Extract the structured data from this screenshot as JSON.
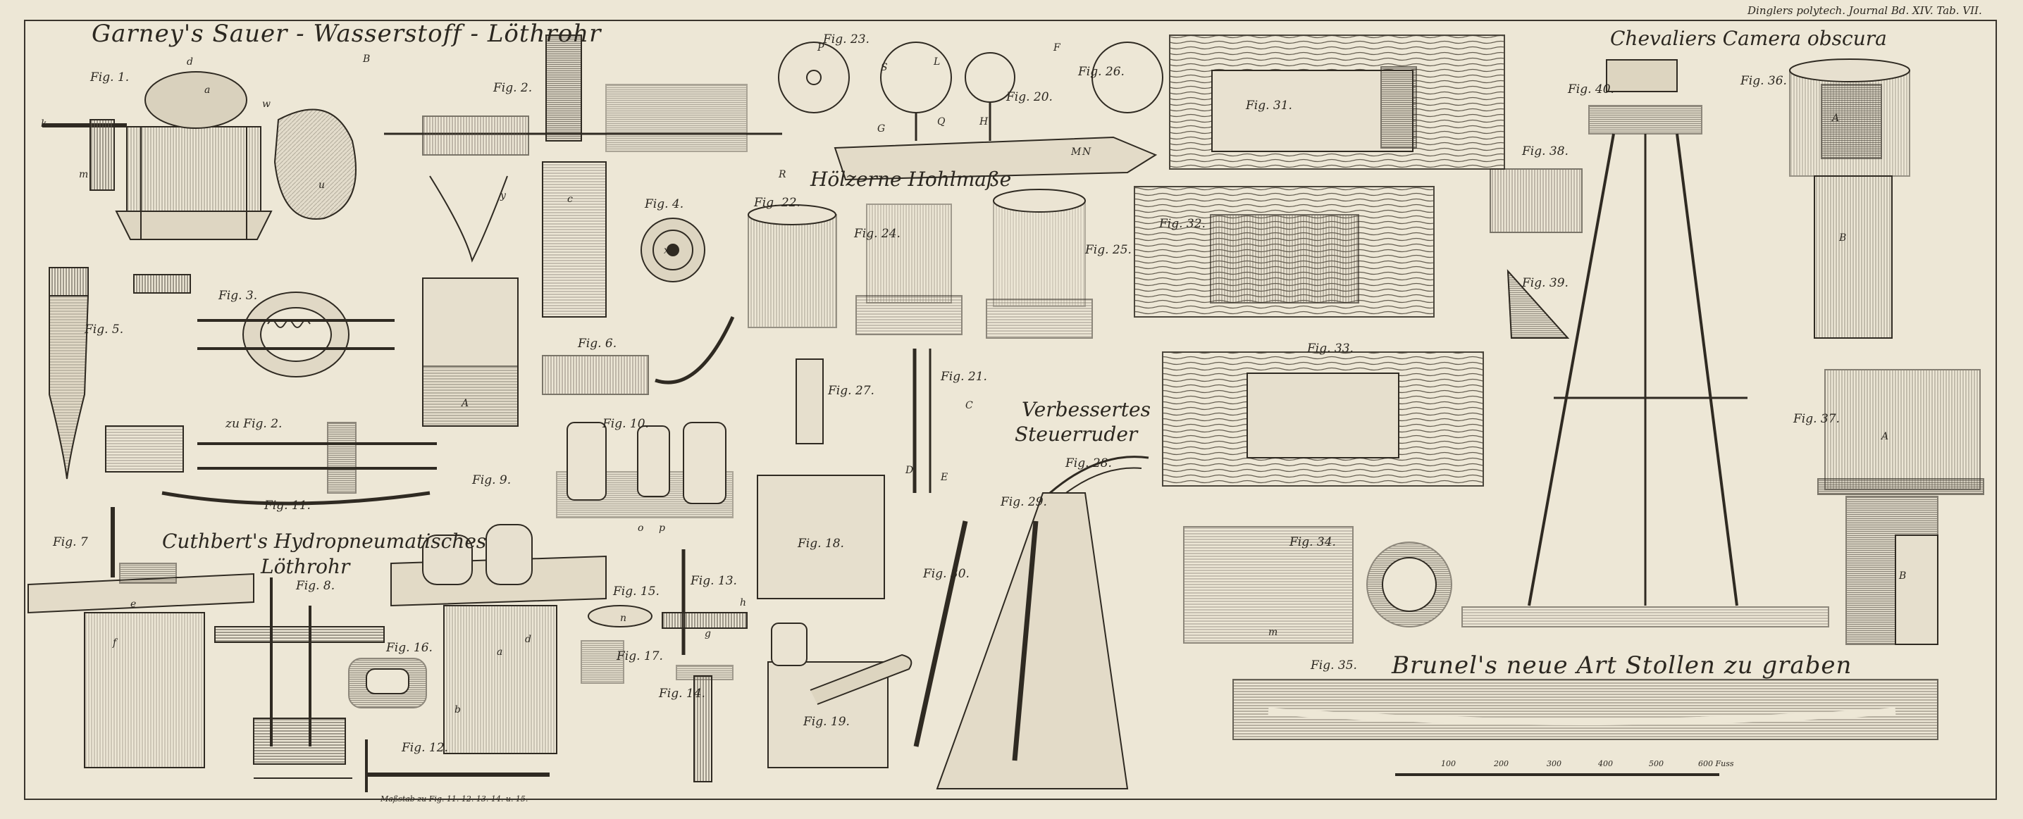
{
  "header": {
    "journal": "Dinglers polytech. Journal Bd. XIV. Tab. VII."
  },
  "titles": {
    "garney": "Garney's Sauer - Wasserstoff - Löthrohr",
    "hohlmasse": "Hölzerne Hohlmaße",
    "cuthbert_1": "Cuthbert's Hydropneumatisches",
    "cuthbert_2": "Löthrohr",
    "steuerruder_1": "Verbessertes",
    "steuerruder_2": "Steuerruder",
    "chevalier": "Chevaliers Camera obscura",
    "brunel": "Brunel's neue Art Stollen zu graben"
  },
  "figures": {
    "fig1": "Fig. 1.",
    "fig2": "Fig. 2.",
    "fig3": "Fig. 3.",
    "fig4": "Fig. 4.",
    "fig5": "Fig. 5.",
    "fig6": "Fig. 6.",
    "fig7": "Fig. 7",
    "fig8": "Fig. 8.",
    "fig9": "Fig. 9.",
    "fig10": "Fig. 10.",
    "fig11": "Fig. 11.",
    "fig12": "Fig. 12.",
    "fig13": "Fig. 13.",
    "fig14": "Fig. 14.",
    "fig15": "Fig. 15.",
    "fig16": "Fig. 16.",
    "fig17": "Fig. 17.",
    "fig18": "Fig. 18.",
    "fig19": "Fig. 19.",
    "fig20": "Fig. 20.",
    "fig21": "Fig. 21.",
    "fig22": "Fig. 22.",
    "fig23": "Fig. 23.",
    "fig24": "Fig. 24.",
    "fig25": "Fig. 25.",
    "fig26": "Fig. 26.",
    "fig27": "Fig. 27.",
    "fig28": "Fig. 28.",
    "fig29": "Fig. 29.",
    "fig30": "Fig. 30.",
    "fig31": "Fig. 31.",
    "fig32": "Fig. 32.",
    "fig33": "Fig. 33.",
    "fig34": "Fig. 34.",
    "fig35": "Fig. 35.",
    "fig36": "Fig. 36.",
    "fig37": "Fig. 37.",
    "fig38": "Fig. 38.",
    "fig39": "Fig. 39.",
    "fig40": "Fig. 40.",
    "zu_fig2": "zu Fig. 2."
  },
  "scale_notes": {
    "massstab": "Maßstab zu Fig. 11. 12. 13. 14. u. 15.",
    "feet_ticks": [
      "100",
      "200",
      "300",
      "400",
      "500",
      "600 Fuss"
    ]
  },
  "letters": {
    "a": "a",
    "b": "b",
    "c": "c",
    "d": "d",
    "e": "e",
    "f": "f",
    "g": "g",
    "h": "h",
    "k": "k",
    "m": "m",
    "n": "n",
    "o": "o",
    "p": "p",
    "u": "u",
    "w": "w",
    "x": "x",
    "y": "y",
    "A": "A",
    "B": "B",
    "C": "C",
    "D": "D",
    "E": "E",
    "F": "F",
    "G": "G",
    "H": "H",
    "L": "L",
    "M": "M",
    "N": "N",
    "P": "P",
    "Q": "Q",
    "R": "R",
    "S": "S"
  },
  "colors": {
    "paper": "#ede7d6",
    "ink": "#2b2720",
    "hatch": "#5d564a"
  }
}
